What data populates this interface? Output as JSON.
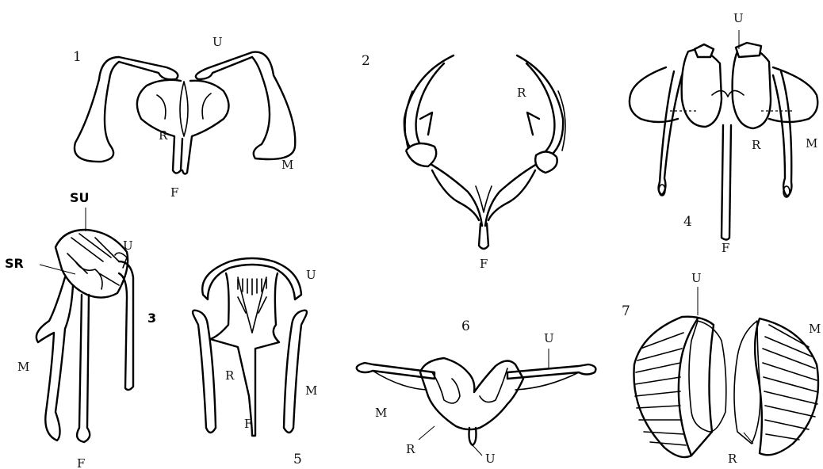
{
  "figures": [
    {
      "number": "1",
      "labels": {
        "U": "U",
        "R": "R",
        "M": "M",
        "F": "F"
      }
    },
    {
      "number": "2",
      "labels": {
        "R": "R",
        "F": "F"
      }
    },
    {
      "number": "3",
      "labels": {
        "SU": "SU",
        "SR": "SR",
        "U": "U",
        "M": "M",
        "F": "F"
      }
    },
    {
      "number": "4",
      "labels": {
        "U": "U",
        "R": "R",
        "M": "M",
        "F": "F"
      }
    },
    {
      "number": "5",
      "labels": {
        "U": "U",
        "R": "R",
        "M": "M",
        "F": "F"
      }
    },
    {
      "number": "6",
      "labels": {
        "U": "U",
        "M": "M",
        "R": "R",
        "U2": "U"
      }
    },
    {
      "number": "7",
      "labels": {
        "U": "U",
        "M": "M",
        "R": "R"
      }
    }
  ]
}
